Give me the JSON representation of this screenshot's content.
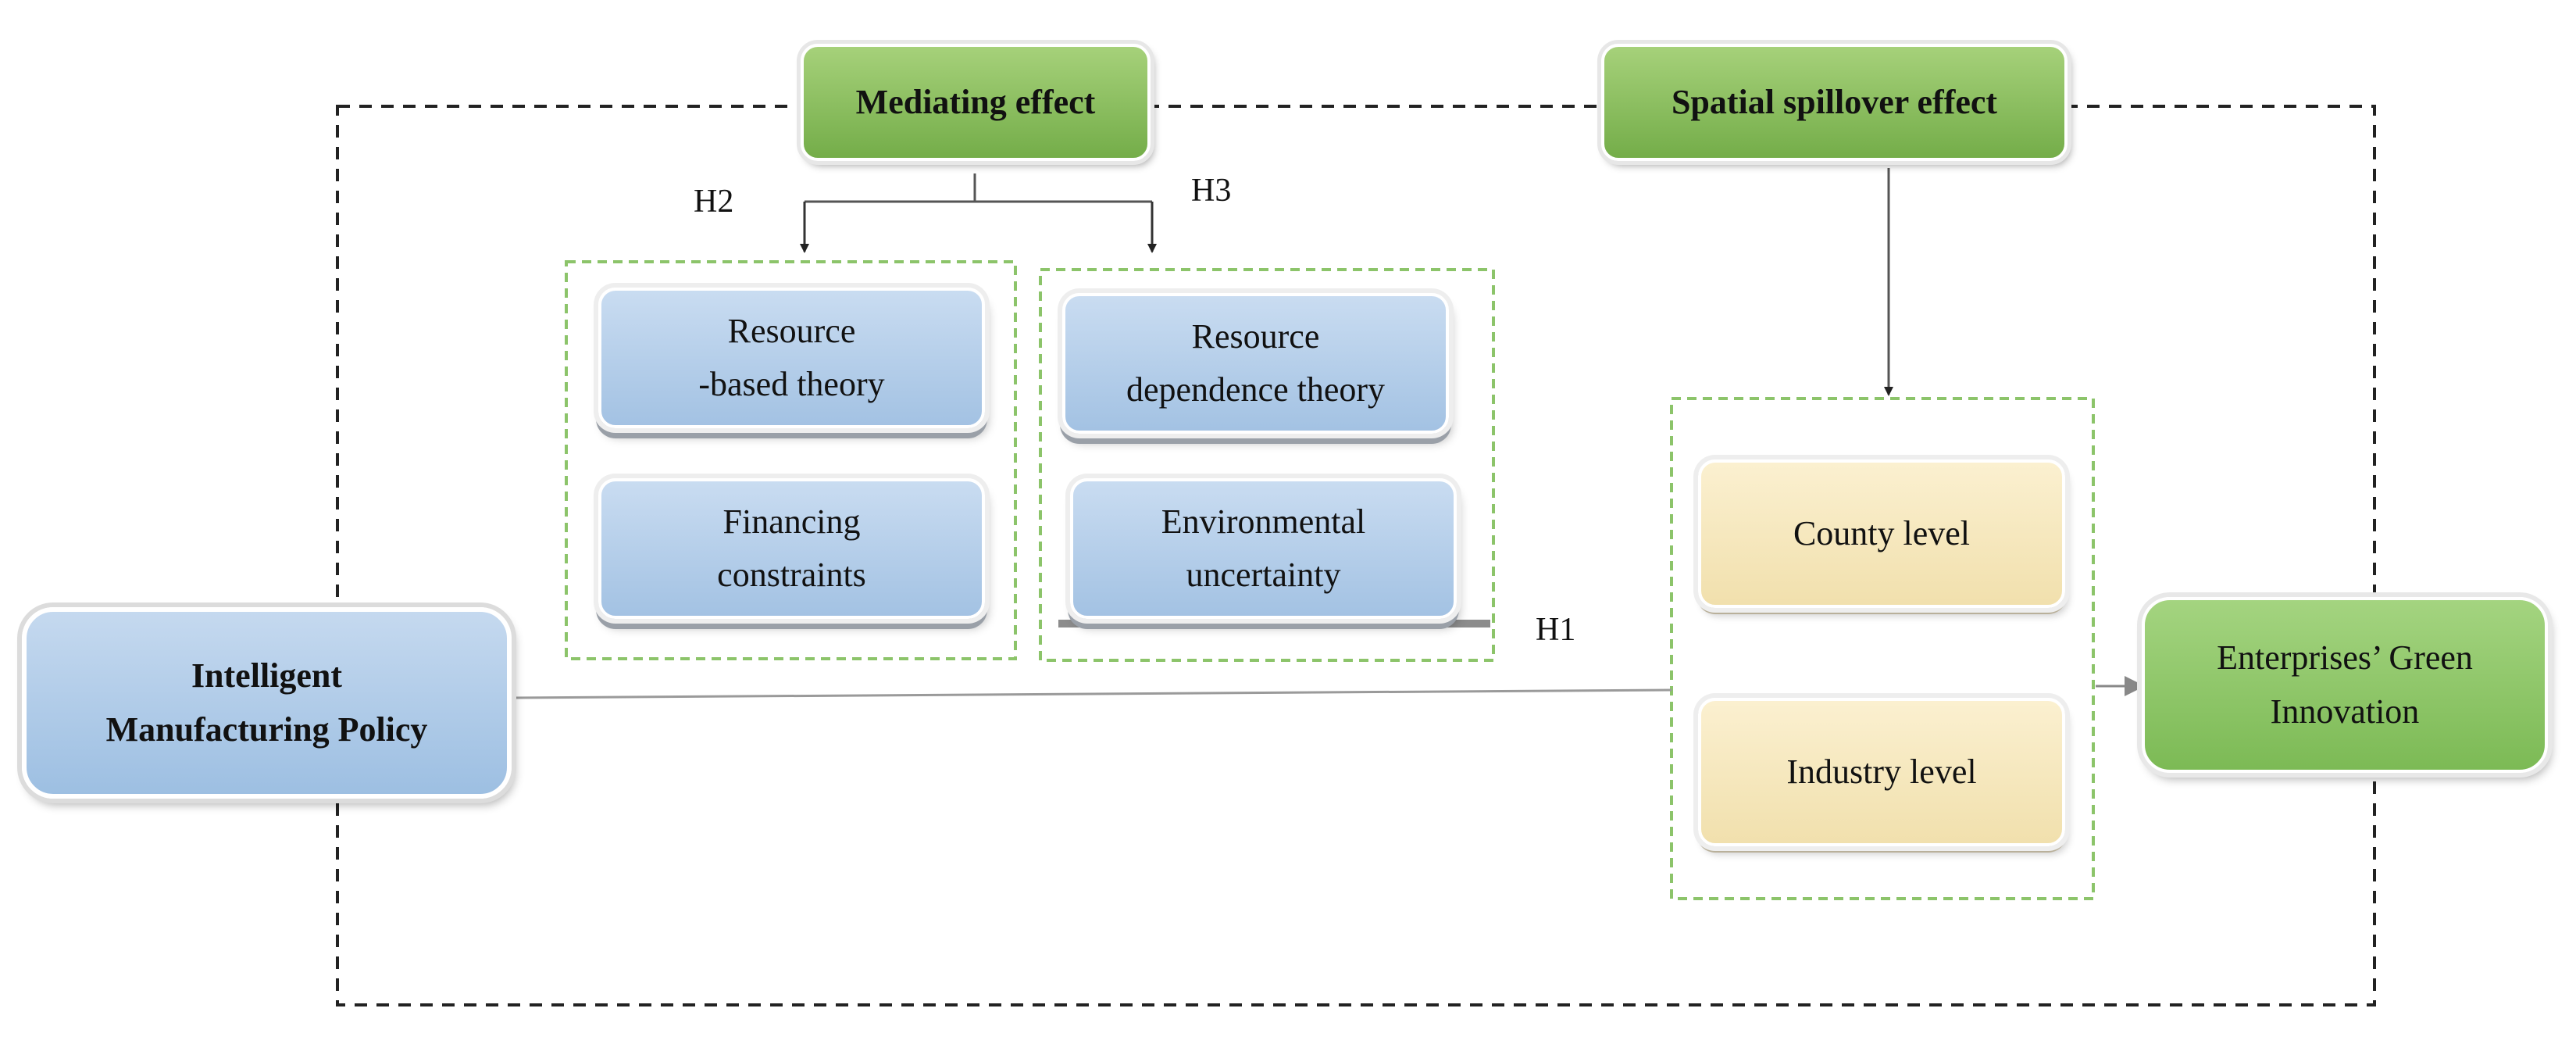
{
  "nodes": {
    "mediating": "Mediating effect",
    "spillover": "Spatial spillover effect",
    "resource_based": "Resource\n-based theory",
    "financing": "Financing\nconstraints",
    "resource_dependence": "Resource\ndependence theory",
    "environmental": "Environmental\nuncertainty",
    "county": "County level",
    "industry": "Industry level",
    "policy": "Intelligent\nManufacturing Policy",
    "outcome": "Enterprises’ Green\nInnovation"
  },
  "labels": {
    "h1": "H1",
    "h2": "H2",
    "h3": "H3"
  },
  "colors": {
    "green_header": "#74ad49",
    "blue_box": "#a3c2e3",
    "yellow_box": "#f1e0ad",
    "green_dashed": "#8cc46a",
    "connector": "#555555"
  }
}
